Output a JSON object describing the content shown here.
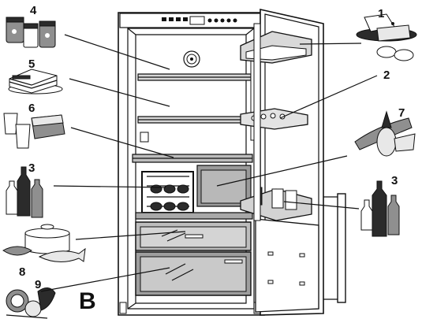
{
  "figure_letter": "B",
  "callouts": [
    {
      "id": "c1",
      "label": "1"
    },
    {
      "id": "c2",
      "label": "2"
    },
    {
      "id": "c3a",
      "label": "3"
    },
    {
      "id": "c3b",
      "label": "3"
    },
    {
      "id": "c4",
      "label": "4"
    },
    {
      "id": "c5",
      "label": "5"
    },
    {
      "id": "c6",
      "label": "6"
    },
    {
      "id": "c7",
      "label": "7"
    },
    {
      "id": "c8",
      "label": "8"
    },
    {
      "id": "c9",
      "label": "9"
    }
  ]
}
